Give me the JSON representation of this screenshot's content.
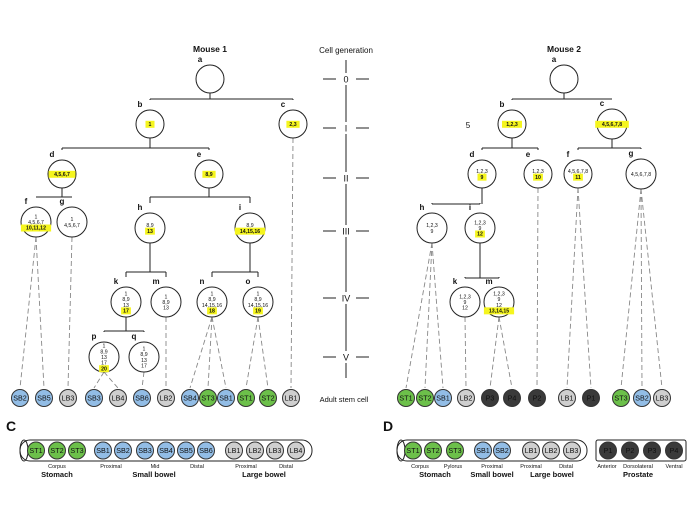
{
  "mouse1": {
    "title": "Mouse 1",
    "nodes": {
      "a": {
        "letter": "a",
        "lines": []
      },
      "b": {
        "letter": "b",
        "lines": [],
        "hl": "1"
      },
      "c": {
        "letter": "c",
        "lines": [],
        "hl": "2,3"
      },
      "d": {
        "letter": "d",
        "lines": [],
        "hl": "4,5,6,7"
      },
      "e": {
        "letter": "e",
        "lines": [],
        "hl": "8,9"
      },
      "f": {
        "letter": "f",
        "lines": [
          "1",
          "4,5,6,7"
        ],
        "hl": "10,11,12"
      },
      "g": {
        "letter": "g",
        "lines": [
          "1",
          "4,5,6,7"
        ]
      },
      "h": {
        "letter": "h",
        "lines": [
          "8,9"
        ],
        "hl": "13"
      },
      "i": {
        "letter": "i",
        "lines": [
          "8,9"
        ],
        "hl": "14,15,16"
      },
      "k": {
        "letter": "k",
        "lines": [
          "1",
          "8,9",
          "13"
        ],
        "hl": "17"
      },
      "m": {
        "letter": "m",
        "lines": [
          "1",
          "8,9",
          "13"
        ]
      },
      "n": {
        "letter": "n",
        "lines": [
          "1",
          "8,9",
          "14,15,16"
        ],
        "hl": "18"
      },
      "o": {
        "letter": "o",
        "lines": [
          "1",
          "8,9",
          "14,15,16"
        ],
        "hl": "19"
      },
      "p": {
        "letter": "p",
        "lines": [
          "1",
          "8,9",
          "13",
          "17"
        ],
        "hl": "20"
      },
      "q": {
        "letter": "q",
        "lines": [
          "1",
          "8,9",
          "13",
          "17"
        ]
      }
    },
    "leaves": [
      "SB2",
      "SB5",
      "LB3",
      "SB3",
      "LB4",
      "SB6",
      "LB2",
      "SB4",
      "ST3",
      "SB1",
      "ST1",
      "ST2",
      "LB1"
    ]
  },
  "mouse2": {
    "title": "Mouse 2",
    "nodes": {
      "a": {
        "letter": "a",
        "lines": []
      },
      "b": {
        "letter": "b",
        "lines": [],
        "hl": "1,2,3"
      },
      "c": {
        "letter": "c",
        "lines": [],
        "hl": "4,5,6,7,8"
      },
      "d": {
        "letter": "d",
        "lines": [
          "1,2,3"
        ],
        "hl": "9"
      },
      "e": {
        "letter": "e",
        "lines": [
          "1,2,3"
        ],
        "hl": "10"
      },
      "f": {
        "letter": "f",
        "lines": [
          "4,5,6,7,8"
        ],
        "hl": "11"
      },
      "g": {
        "letter": "g",
        "lines": [
          "4,5,6,7,8"
        ]
      },
      "h": {
        "letter": "h",
        "lines": [
          "1,2,3",
          "9"
        ]
      },
      "i": {
        "letter": "i",
        "lines": [
          "1,2,3",
          "9"
        ],
        "hl": "12"
      },
      "k": {
        "letter": "k",
        "lines": [
          "1,2,3",
          "9",
          "12"
        ]
      },
      "m": {
        "letter": "m",
        "lines": [
          "1,2,3",
          "9",
          "12"
        ],
        "hl": "13,14,15"
      }
    },
    "leaves": [
      "ST1",
      "ST2",
      "SB1",
      "LB2",
      "P3",
      "P4",
      "P2",
      "LB1",
      "P1",
      "ST3",
      "SB2",
      "LB3"
    ],
    "stray_mark": "5"
  },
  "generation": {
    "title": "Cell generation",
    "levels": [
      "0",
      "I",
      "II",
      "III",
      "IV",
      "V"
    ],
    "adult_label": "Adult stem cell"
  },
  "panel_c": {
    "letter": "C",
    "cells": [
      "ST1",
      "ST2",
      "ST3",
      "SB1",
      "SB2",
      "SB3",
      "SB4",
      "SB5",
      "SB6",
      "LB1",
      "LB2",
      "LB3",
      "LB4"
    ],
    "sublabels": [
      "Corpus",
      "Proximal",
      "Mid",
      "Distal",
      "Proximal",
      "Distal"
    ],
    "organs": [
      "Stomach",
      "Small bowel",
      "Large bowel"
    ]
  },
  "panel_d": {
    "letter": "D",
    "cells": [
      "ST1",
      "ST2",
      "ST3",
      "SB1",
      "SB2",
      "LB1",
      "LB2",
      "LB3"
    ],
    "prostate_cells": [
      "P1",
      "P2",
      "P3",
      "P4"
    ],
    "sublabels": [
      "Corpus",
      "Pylorus",
      "Proximal",
      "Proximal",
      "Distal",
      "Anterior",
      "Dorsolateral",
      "Ventral"
    ],
    "organs": [
      "Stomach",
      "Small bowel",
      "Large bowel",
      "Prostate"
    ]
  },
  "colors": {
    "stomach": "#6cc04a",
    "small_bowel": "#92bde6",
    "large_bowel": "#cfcfcf",
    "prostate": "#3a3a3a",
    "highlight": "#f5f51e"
  }
}
